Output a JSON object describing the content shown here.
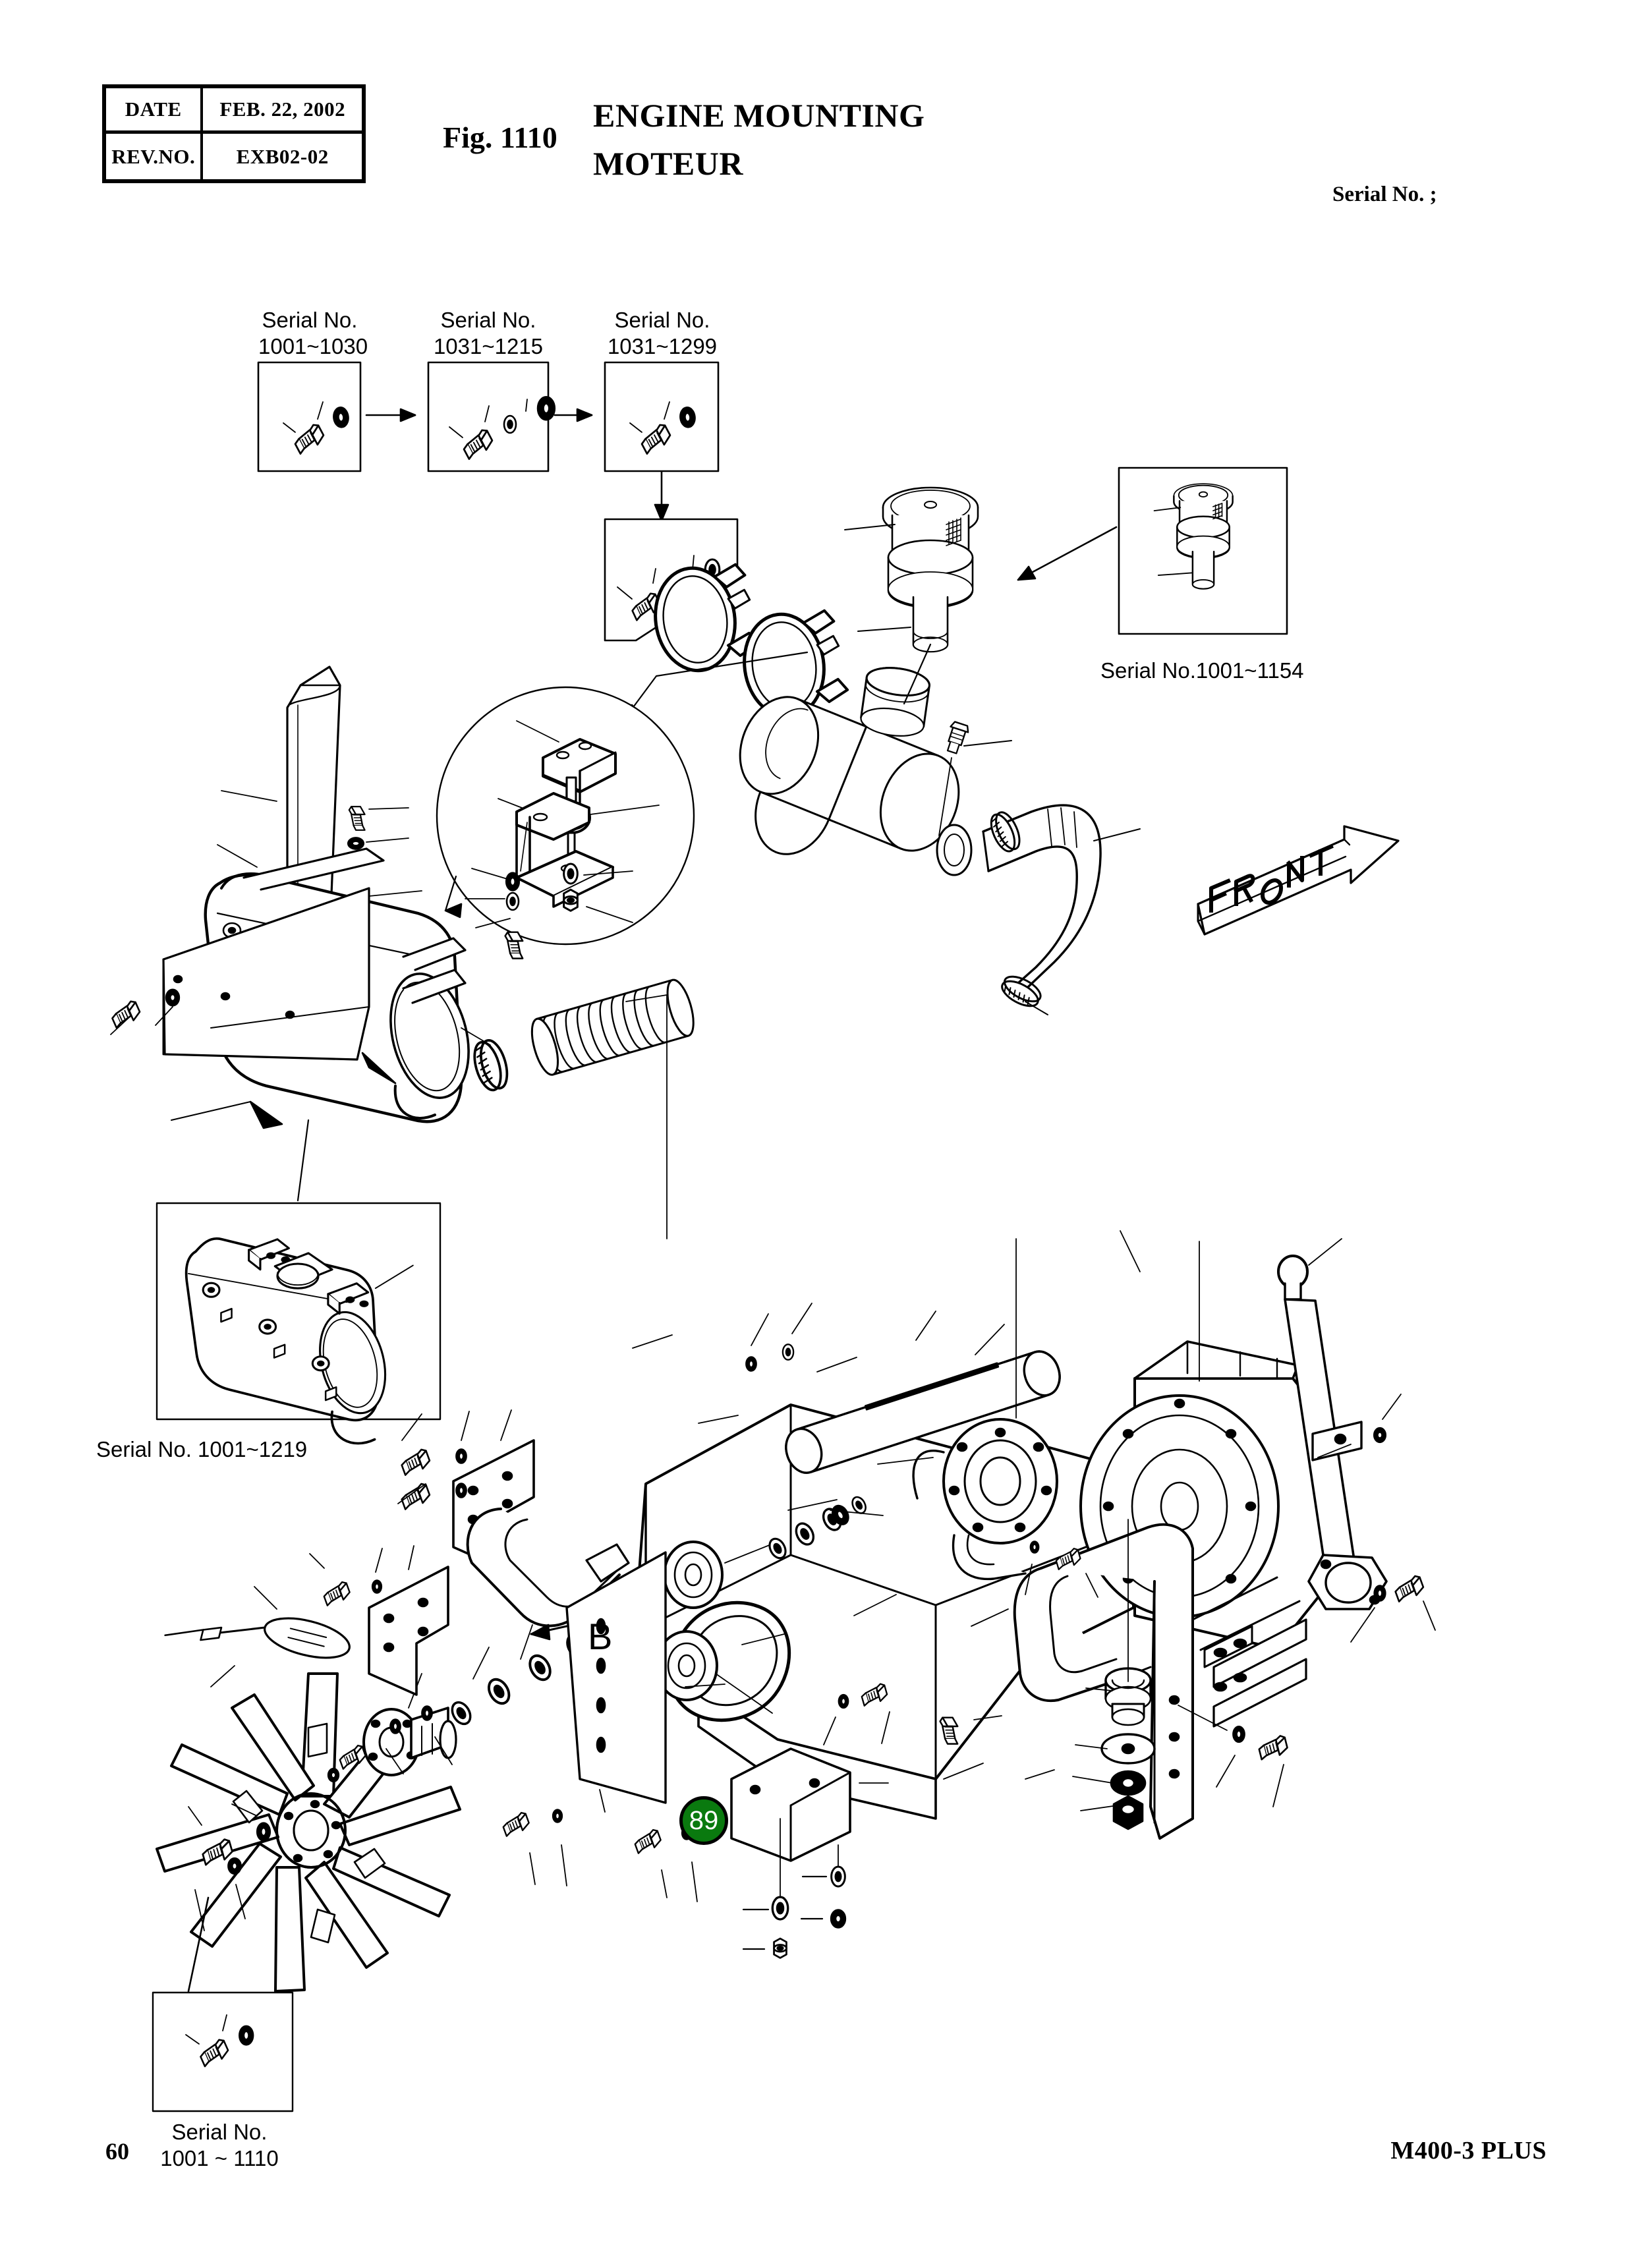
{
  "header": {
    "meta": {
      "date_label": "DATE",
      "date_value": "FEB. 22, 2002",
      "rev_label": "REV.NO.",
      "rev_value": "EXB02-02"
    },
    "fig_number": "Fig. 1110",
    "title_en": "ENGINE MOUNTING",
    "title_fr": "MOTEUR",
    "serial_prompt": "Serial No. ;"
  },
  "footer": {
    "page_number": "60",
    "model": "M400-3 PLUS"
  },
  "callouts": [
    {
      "id": "89",
      "label": "89",
      "color": "#0a7a0f",
      "text_color": "#ffffff"
    }
  ],
  "labels": {
    "variant_box_1_line1": "Serial No.",
    "variant_box_1_line2": "1001~1030",
    "variant_box_2_line1": "Serial No.",
    "variant_box_2_line2": "1031~1215",
    "variant_box_3_line1": "Serial No.",
    "variant_box_3_line2": "1031~1299",
    "aircleaner_variant": "Serial No.1001~1154",
    "muffler_variant": "Serial No. 1001~1219",
    "fanbolt_variant_line1": "Serial No.",
    "fanbolt_variant_line2": "1001 ~ 1110",
    "front_arrow": "FRONT",
    "detail_mark_b": "B"
  },
  "diagram": {
    "type": "exploded-parts-diagram",
    "subject": "Engine mounting assembly",
    "detail_circle": "enlarged view of engine mount bracket, cushion, washers, nut and bolt",
    "icons": [
      "bolt-icon",
      "washer-icon",
      "nut-icon",
      "spring-washer-icon",
      "muffler-icon",
      "exhaust-pipe-icon",
      "air-cleaner-icon",
      "pre-cleaner-icon",
      "hose-clamp-icon",
      "flexible-hose-icon",
      "fan-blade-icon",
      "fan-pulley-icon",
      "bracket-icon",
      "engine-block-icon",
      "flywheel-housing-icon",
      "dipstick-icon",
      "rubber-cushion-icon",
      "heat-shield-icon",
      "front-direction-arrow-icon"
    ]
  }
}
